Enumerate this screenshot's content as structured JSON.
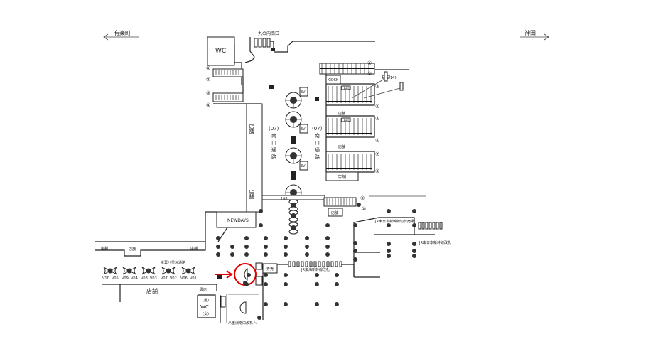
{
  "directions": {
    "left": "有楽町",
    "right": "神田"
  },
  "exits": {
    "marunouchi_south": "丸の内南口",
    "yaesu_south": "八重洲南口改札へ"
  },
  "facilities": {
    "wc_top": "WC",
    "wc_bottom": "WC",
    "wc_men": "(男)",
    "wc_women": "(女)",
    "kiosk": "KIOSK",
    "newdays": "NEWDAYS",
    "bookstore": "書店",
    "shop": "店舗",
    "ev": "EV",
    "ticket": "券売"
  },
  "passages": {
    "south_passage_code": "(07)",
    "south_passage_chars": [
      "南",
      "口",
      "通",
      "路"
    ],
    "keiyo_yaesu": "京葉八重洲通路"
  },
  "gates": {
    "jr_tokai_shinkansen": "JR東海新幹線改札",
    "jr_east_shinkansen_tickets": "JR東日本新幹線切符売場",
    "jr_east_shinkansen_gate": "JR東日本新幹線改札"
  },
  "platforms": [
    "①",
    "②",
    "③",
    "④",
    "⑤",
    "⑥",
    "⑦",
    "⑧",
    "⑨",
    "⑩"
  ],
  "small_labels": {
    "n140": "140",
    "n168": "168",
    "n149": "149"
  },
  "vending": [
    "V10",
    "V05",
    "V09",
    "V04",
    "V08",
    "V03",
    "V07",
    "V02",
    "V06",
    "V01"
  ],
  "highlight": {
    "color": "#e00000"
  }
}
